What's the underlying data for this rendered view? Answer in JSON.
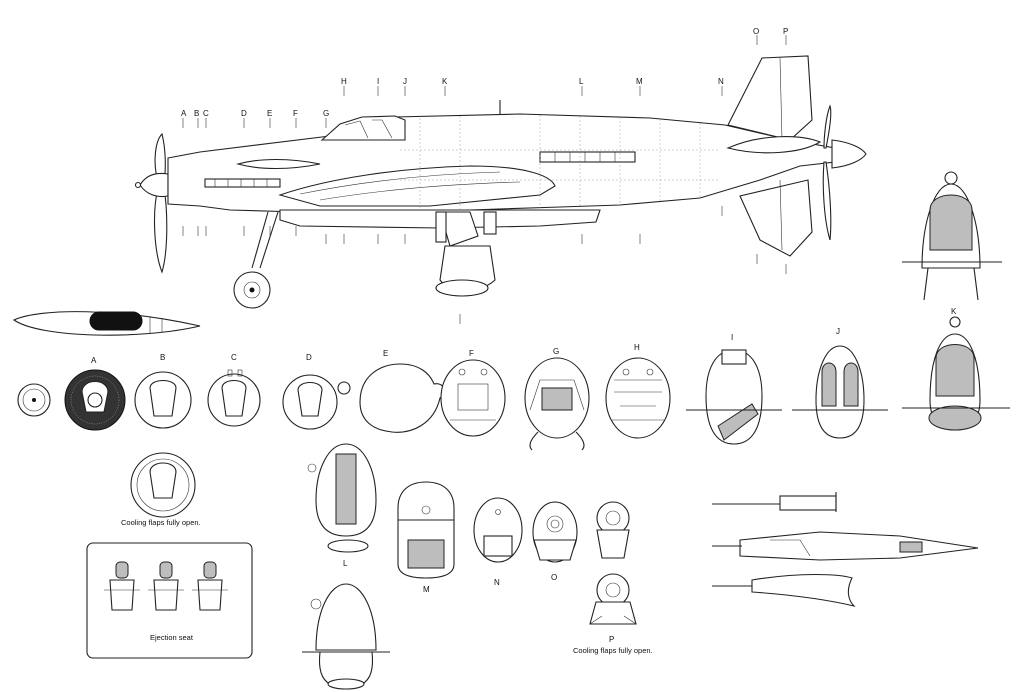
{
  "station_labels": {
    "A": "A",
    "B": "B",
    "C": "C",
    "D": "D",
    "E": "E",
    "F": "F",
    "G": "G",
    "H": "H",
    "I": "I",
    "J": "J",
    "K": "K",
    "L": "L",
    "M": "M",
    "N": "N",
    "O": "O",
    "P": "P"
  },
  "captions": {
    "cooling_flaps_front": "Cooling flaps fully open.",
    "cooling_flaps_rear": "Cooling flaps fully open.",
    "ejection_seat": "Ejection seat"
  }
}
